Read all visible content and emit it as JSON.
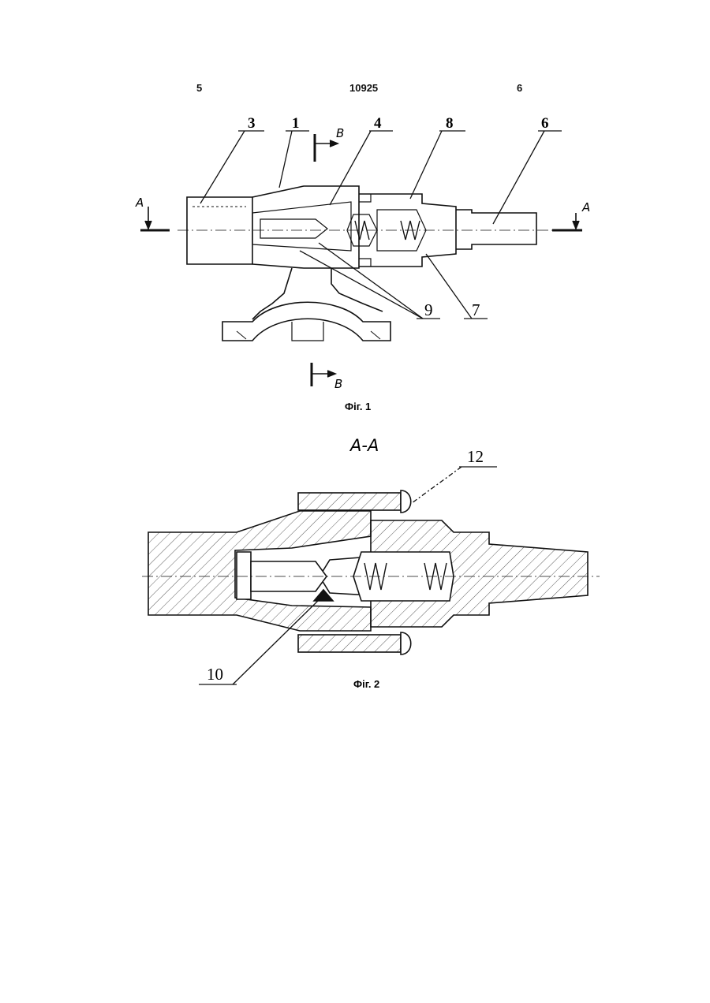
{
  "header": {
    "left_page": "5",
    "patent_number": "10925",
    "right_page": "6"
  },
  "figure1": {
    "caption": "Фіг. 1",
    "callouts": [
      "3",
      "1",
      "4",
      "8",
      "6",
      "9",
      "7"
    ],
    "section_marks": {
      "a_left": "A",
      "a_right": "A",
      "b_top": "B",
      "b_bottom": "B"
    }
  },
  "figure2": {
    "title": "A-A",
    "caption": "Фіг. 2",
    "callouts": [
      "12",
      "10"
    ]
  }
}
